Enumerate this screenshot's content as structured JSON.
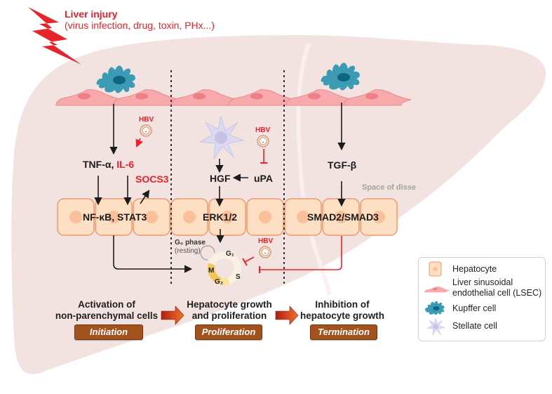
{
  "injury": {
    "title": "Liver injury",
    "causes": "(virus infection, drug, toxin, PHx...)"
  },
  "signals": {
    "tnf": "TNF-α,",
    "il6": "IL-6",
    "hbv_label": "HBV",
    "socs3": "SOCS3",
    "nfkb_stat3": "NF-κB, STAT3",
    "hgf": "HGF",
    "upa": "uPA",
    "erk": "ERK1/2",
    "tgf": "TGF-β",
    "smad": "SMAD2/SMAD3",
    "space_of_disse": "Space of disse"
  },
  "cell_cycle": {
    "g0_line1": "G₀ phase",
    "g0_line2": "(resting)",
    "g1": "G₁",
    "s": "S",
    "g2": "G₂",
    "m": "M"
  },
  "stages": [
    {
      "description_line1": "Activation of",
      "description_line2": "non-parenchymal cells",
      "phase": "Initiation"
    },
    {
      "description_line1": "Hepatocyte growth",
      "description_line2": "and proliferation",
      "phase": "Proliferation"
    },
    {
      "description_line1": "Inhibition of",
      "description_line2": "hepatocyte growth",
      "phase": "Termination"
    }
  ],
  "legend": {
    "items": [
      {
        "icon": "hepatocyte-icon",
        "label": "Hepatocyte"
      },
      {
        "icon": "lsec-icon",
        "label_line1": "Liver sinusoidal",
        "label_line2": "endothelial cell (LSEC)"
      },
      {
        "icon": "kupffer-cell-icon",
        "label": "Kupffer cell"
      },
      {
        "icon": "stellate-cell-icon",
        "label": "Stellate cell"
      }
    ]
  },
  "colors": {
    "liver": "#f2e3e1",
    "hepatocyte_fill": "#fde0c4",
    "hepatocyte_border": "#ef9a6e",
    "lsec": "#f7a9ab",
    "kupffer": "#3b9bb5",
    "stellate": "#d9d6ef",
    "accent_red": "#e8232a",
    "phase_pill": "#a4521d"
  }
}
